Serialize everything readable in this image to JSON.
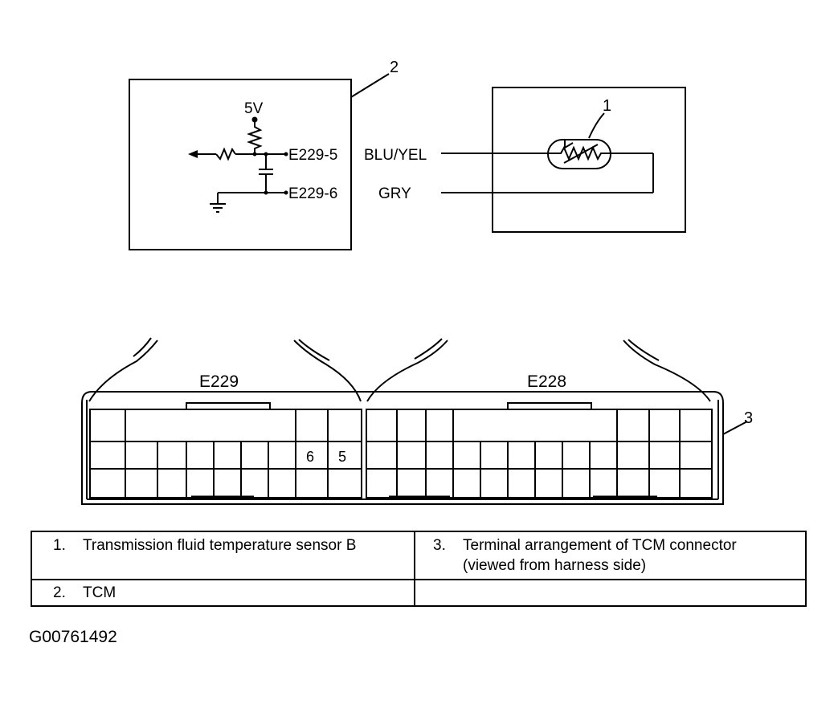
{
  "schematic": {
    "callout_tcm": "2",
    "callout_sensor": "1",
    "supply_label": "5V",
    "pin_top": "E229-5",
    "pin_bottom": "E229-6",
    "wire_top": "BLU/YEL",
    "wire_bottom": "GRY"
  },
  "connector": {
    "callout": "3",
    "left_name": "E229",
    "right_name": "E228",
    "pin_6": "6",
    "pin_5": "5"
  },
  "legend": {
    "items": [
      {
        "num": "1.",
        "text": "Transmission fluid temperature sensor B"
      },
      {
        "num": "3.",
        "text_line1": "Terminal arrangement of TCM connector",
        "text_line2": "(viewed from harness side)"
      },
      {
        "num": "2.",
        "text": "TCM"
      }
    ]
  },
  "figure_id": "G00761492"
}
